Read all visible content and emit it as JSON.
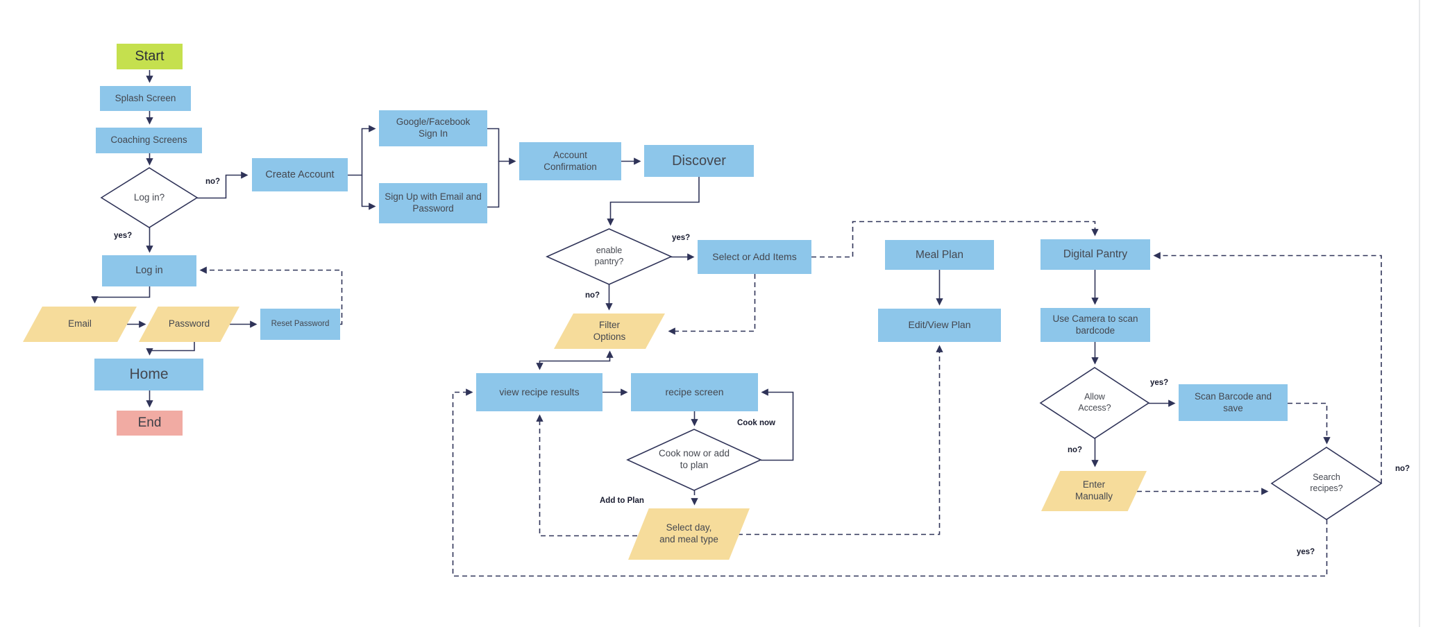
{
  "diagram": {
    "nodes": {
      "start": {
        "label": "Start"
      },
      "splash_screen": {
        "label": "Splash Screen"
      },
      "coaching_screens": {
        "label": "Coaching Screens"
      },
      "log_in_q": {
        "label": "Log in?"
      },
      "create_account": {
        "label": "Create Account"
      },
      "google_facebook_sign_in": {
        "label": "Google/Facebook Sign In"
      },
      "sign_up_email_password": {
        "label": "Sign Up with Email and Password"
      },
      "account_confirmation": {
        "label": "Account Confirmation"
      },
      "discover": {
        "label": "Discover"
      },
      "enable_pantry_q": {
        "label": "enable pantry?"
      },
      "select_or_add_items": {
        "label": "Select or Add Items"
      },
      "filter_options": {
        "label": "Filter Options"
      },
      "view_recipe_results": {
        "label": "view recipe results"
      },
      "recipe_screen": {
        "label": "recipe screen"
      },
      "cook_now_or_add_q": {
        "label": "Cook now or add to plan"
      },
      "select_day_meal_type": {
        "label": "Select day, and meal type"
      },
      "meal_plan": {
        "label": "Meal Plan"
      },
      "edit_view_plan": {
        "label": "Edit/View Plan"
      },
      "digital_pantry": {
        "label": "Digital Pantry"
      },
      "use_camera_scan": {
        "label": "Use Camera to scan bardcode"
      },
      "allow_access_q": {
        "label": "Allow Access?"
      },
      "scan_barcode_save": {
        "label": "Scan Barcode and save"
      },
      "enter_manually": {
        "label": "Enter Manually"
      },
      "search_recipes_q": {
        "label": "Search recipes?"
      },
      "log_in": {
        "label": "Log in"
      },
      "email": {
        "label": "Email"
      },
      "password": {
        "label": "Password"
      },
      "reset_password": {
        "label": "Reset Password"
      },
      "home": {
        "label": "Home"
      },
      "end": {
        "label": "End"
      }
    },
    "edge_labels": {
      "login_no": "no?",
      "login_yes": "yes?",
      "pantry_yes": "yes?",
      "pantry_no": "no?",
      "cook_now": "Cook now",
      "add_to_plan": "Add to Plan",
      "access_yes": "yes?",
      "access_no": "no?",
      "search_no": "no?",
      "search_yes": "yes?"
    },
    "colors": {
      "process_fill": "#8dc6ea",
      "io_fill": "#f6dc9b",
      "start_fill": "#c5e04e",
      "end_fill": "#f1aba3",
      "line": "#2f3358",
      "text": "#44474f",
      "label_text": "#171a2e",
      "page_boundary": "#e7e9eb"
    }
  }
}
